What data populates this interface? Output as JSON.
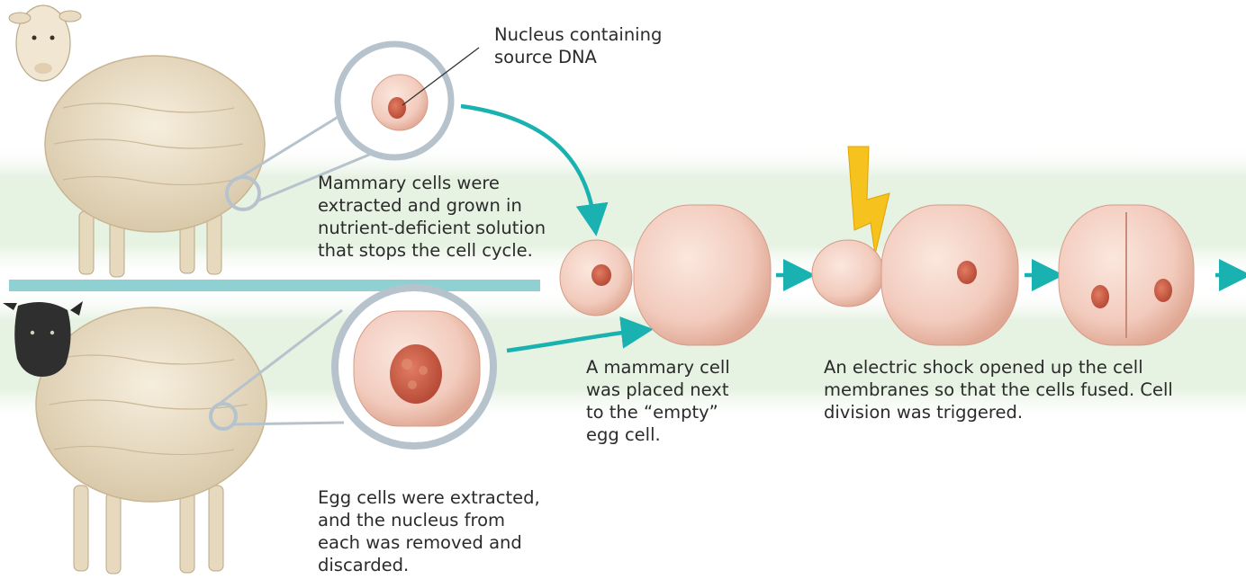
{
  "labels": {
    "nucleus": {
      "lines": [
        "Nucleus containing",
        "source DNA"
      ]
    },
    "mammary_cells": {
      "lines": [
        "Mammary cells were",
        "extracted and grown in",
        "nutrient-deficient solution",
        "that stops the cell cycle."
      ]
    },
    "egg_cells": {
      "lines": [
        "Egg cells were extracted,",
        "and the nucleus from",
        "each was removed and",
        "discarded."
      ]
    },
    "mammary_placed": {
      "lines": [
        "A mammary cell",
        "was placed next",
        "to the “empty”",
        "egg cell."
      ]
    },
    "electric_shock": {
      "lines": [
        "An electric shock opened up the cell",
        "membranes so that the cells fused. Cell",
        "division was triggered."
      ]
    }
  },
  "colors": {
    "band_green": "#e4f1e0",
    "divider_teal": "#8fd0d3",
    "arrow_teal": "#19b2b0",
    "cell_fill": "#f3cfc2",
    "nucleus": "#d2644f",
    "bolt": "#f6c21d",
    "wool": "#ede2cc",
    "sheep_face_white": "#f0e6d2",
    "sheep_face_black": "#2f2f2f"
  },
  "icons": {
    "flow_arrow": "arrow-right-icon",
    "shock": "lightning-bolt-icon"
  }
}
